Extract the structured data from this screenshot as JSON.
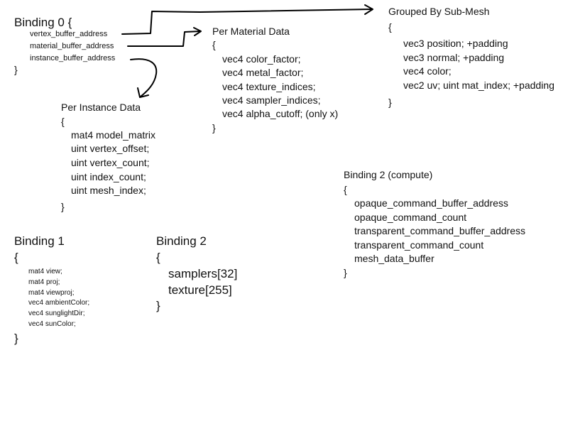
{
  "binding0": {
    "header": "Binding 0 {",
    "fields": [
      "vertex_buffer_address",
      "material_buffer_address",
      "instance_buffer_address"
    ],
    "close": "}"
  },
  "grouped_by_submesh": {
    "title": "Grouped By Sub-Mesh",
    "open": "{",
    "fields": [
      "vec3 position; +padding",
      "vec3 normal; +padding",
      "vec4 color;",
      "vec2 uv; uint mat_index; +padding"
    ],
    "close": "}"
  },
  "per_material": {
    "title": "Per Material Data",
    "open": "{",
    "fields": [
      "vec4 color_factor;",
      "vec4 metal_factor;",
      "vec4 texture_indices;",
      "vec4 sampler_indices;",
      "vec4 alpha_cutoff; (only x)"
    ],
    "close": "}"
  },
  "per_instance": {
    "title": "Per Instance Data",
    "open": "{",
    "fields": [
      "mat4 model_matrix",
      "uint vertex_offset;",
      "uint vertex_count;",
      "uint index_count;",
      "uint mesh_index;"
    ],
    "close": "}"
  },
  "binding2_compute": {
    "title": "Binding 2 (compute)",
    "open": "{",
    "fields": [
      "opaque_command_buffer_address",
      "opaque_command_count",
      "transparent_command_buffer_address",
      "transparent_command_count",
      "mesh_data_buffer"
    ],
    "close": "}"
  },
  "binding1": {
    "title": "Binding 1",
    "open": "{",
    "fields": [
      "mat4 view;",
      "mat4 proj;",
      "mat4 viewproj;",
      "vec4 ambientColor;",
      "vec4 sunglightDir;",
      "vec4 sunColor;"
    ],
    "close": "}"
  },
  "binding2": {
    "title": "Binding 2",
    "open": "{",
    "fields": [
      "samplers[32]",
      "texture[255]"
    ],
    "close": "}"
  }
}
